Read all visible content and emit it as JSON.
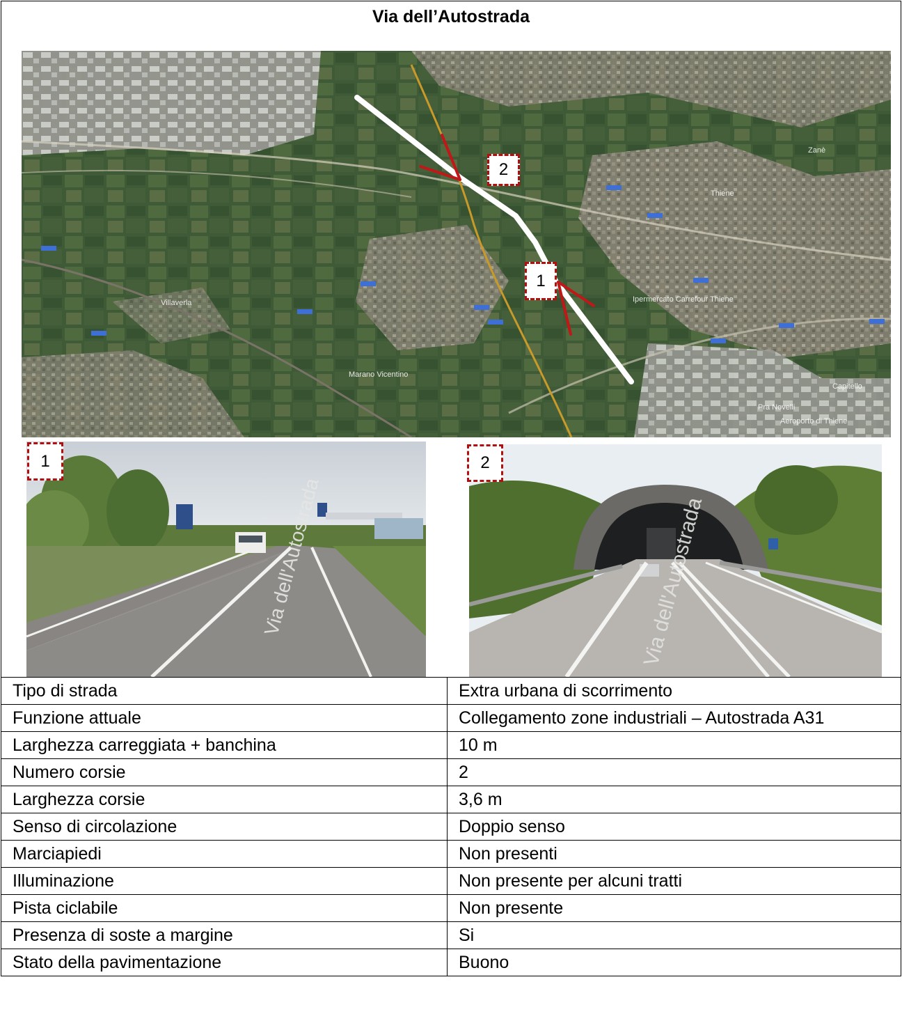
{
  "title": "Via dell’Autostrada",
  "map": {
    "markers": [
      "2",
      "1"
    ],
    "place_labels": [
      "Thiene",
      "Ipermercato Carrefour Thiene",
      "Aeroporto di Thiene",
      "Capitello",
      "Pra Novelli",
      "Zanè",
      "Marano Vicentino",
      "Villaverla"
    ]
  },
  "photos": [
    {
      "marker": "1",
      "road_text": "Via dell'Autostrada"
    },
    {
      "marker": "2",
      "road_text": "Via dell'Autostrada"
    }
  ],
  "attributes": [
    {
      "label": "Tipo di strada",
      "value": "Extra urbana di scorrimento"
    },
    {
      "label": "Funzione attuale",
      "value": "Collegamento zone industriali – Autostrada A31"
    },
    {
      "label": "Larghezza carreggiata + banchina",
      "value": "10 m"
    },
    {
      "label": "Numero corsie",
      "value": "2"
    },
    {
      "label": "Larghezza corsie",
      "value": "3,6 m"
    },
    {
      "label": "Senso di circolazione",
      "value": "Doppio senso"
    },
    {
      "label": "Marciapiedi",
      "value": "Non presenti"
    },
    {
      "label": "Illuminazione",
      "value": "Non presente per alcuni tratti"
    },
    {
      "label": "Pista ciclabile",
      "value": "Non presente"
    },
    {
      "label": "Presenza di soste a margine",
      "value": "Si"
    },
    {
      "label": "Stato della pavimentazione",
      "value": "Buono"
    }
  ],
  "colors": {
    "marker_border": "#b01010",
    "route": "#ffffff",
    "view_arrow": "#c01818",
    "motorway": "#c89a2a"
  }
}
